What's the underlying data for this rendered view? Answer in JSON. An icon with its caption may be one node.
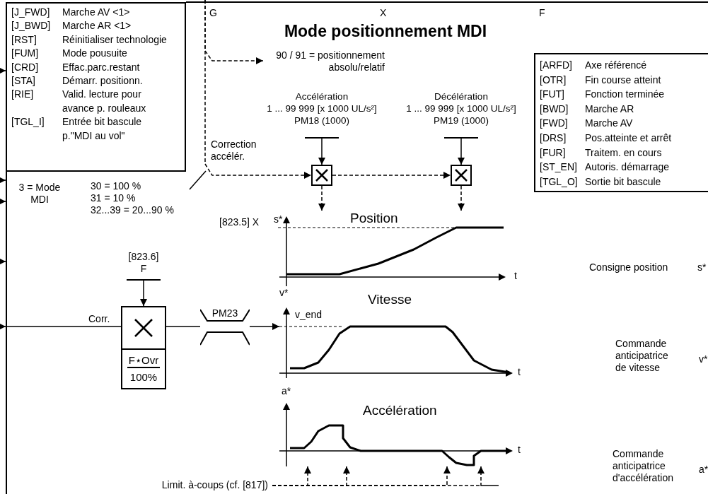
{
  "diagram": {
    "title": "Mode positionnement MDI",
    "nodes": [
      {
        "text": [
          "[J_FWD]",
          "Marche AV   <1>",
          "[J_BWD]",
          "Marche AR  <1>",
          "[RST]",
          "Réinitialiser technologie",
          "[FUM]",
          "Mode pousuite",
          "[CRD]",
          "Effac.parc.restant",
          "[STA]",
          "Démarr. positionn.",
          "[RIE]",
          "Valid. lecture pour avance p. rouleaux",
          "[TGL_I]",
          "Entrée bit bascule p.\"MDI au vol\""
        ]
      },
      {
        "text": [
          "3 = Mode MDI"
        ]
      },
      {
        "text": [
          "90 / 91 = positionnement absolu/relatif"
        ]
      },
      {
        "text": [
          "30 = 100 %",
          "31 = 10 %",
          "32...39 = 20...90 %"
        ]
      },
      {
        "text": [
          "Accélération",
          "1 ... 99 999 [x 1000 UL/s²]",
          "PM18 (1000)"
        ]
      },
      {
        "text": [],
        "shape": "box"
      },
      {
        "text": [
          "Décélération",
          "1 ... 99 999 [x 1000 UL/s²]",
          "PM19 (1000)"
        ]
      },
      {
        "text": [],
        "shape": "box"
      },
      {
        "text": [
          "[ARFD]",
          "Axe référencé",
          "[OTR]",
          "Fin course atteint",
          "[FUT]",
          "Fonction terminée",
          "[BWD]",
          "Marche AR",
          "[FWD]",
          "Marche AV",
          "[DRS]",
          "Pos.atteinte et arrêt",
          "[FUR]",
          "Traitem. en cours",
          "[ST_EN]",
          "Autoris. démarrage",
          "[TGL_O]",
          "Sortie bit bascule"
        ]
      },
      {
        "text": [
          "s*",
          "Position",
          "t"
        ],
        "beside": [
          "[823.5] X"
        ]
      },
      {
        "text": [
          "[823.6]",
          "F"
        ]
      },
      {
        "text": [
          "F⋆Ovr",
          "100%"
        ]
      },
      {
        "text": [
          "PM23"
        ]
      },
      {
        "text": [
          "v*",
          "v_end",
          "Vitesse",
          "t"
        ]
      },
      {
        "text": [
          "a*",
          "Accélération",
          "t"
        ]
      },
      {
        "text": [
          "Limit. à-coups (cf. [817])"
        ]
      }
    ],
    "edges": [
      {
        "from": null,
        "to": 0,
        "arrow": "to"
      },
      {
        "from": null,
        "to": 1,
        "arrow": "to"
      },
      {
        "from": null,
        "to": 1,
        "arrow": "to"
      },
      {
        "from": null,
        "to": 1,
        "arrow": "to"
      },
      {
        "from": null,
        "to": 1,
        "arrow": "to"
      },
      {
        "from": 1,
        "to": 11,
        "arrow": "none",
        "label": "Corr."
      },
      {
        "from": null,
        "to": 2,
        "arrow": "to",
        "style": "dashed"
      },
      {
        "from": null,
        "to": 5,
        "arrow": "to",
        "style": "dashed"
      },
      {
        "from": 3,
        "to": null,
        "arrow": "none"
      },
      {
        "from": 4,
        "to": 5,
        "arrow": "to"
      },
      {
        "from": 6,
        "to": 7,
        "arrow": "to"
      },
      {
        "from": 5,
        "to": 7,
        "arrow": "to",
        "style": "dashed"
      },
      {
        "from": 5,
        "to": 9,
        "arrow": "to",
        "style": "dashed"
      },
      {
        "from": 7,
        "to": 9,
        "arrow": "to",
        "style": "dashed"
      },
      {
        "from": 10,
        "to": 11,
        "arrow": "to"
      },
      {
        "from": 11,
        "to": 12,
        "arrow": "none"
      },
      {
        "from": 12,
        "to": 13,
        "arrow": "to"
      },
      {
        "from": 15,
        "to": 14,
        "arrow": "to",
        "style": "dashed"
      },
      {
        "from": 15,
        "to": 14,
        "arrow": "to",
        "style": "dashed"
      },
      {
        "from": 15,
        "to": 14,
        "arrow": "to",
        "style": "dashed"
      },
      {
        "from": 15,
        "to": 14,
        "arrow": "to",
        "style": "dashed"
      }
    ],
    "labels": [
      "G",
      "X",
      "F",
      "Correction accélér.",
      "Consigne position",
      "s*",
      "Commande anticipatrice de vitesse",
      "v*",
      "Commande anticipatrice d'accélération",
      "a*"
    ]
  }
}
